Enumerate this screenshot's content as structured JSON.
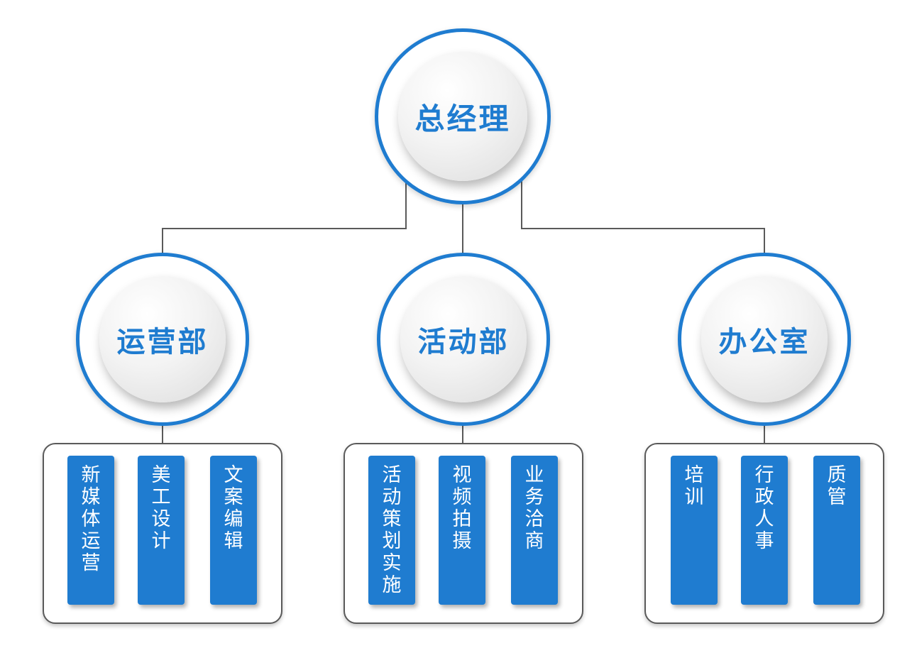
{
  "root": {
    "label": "总经理"
  },
  "departments": [
    {
      "label": "运营部",
      "duties": [
        "新媒体运营",
        "美工设计",
        "文案编辑"
      ]
    },
    {
      "label": "活动部",
      "duties": [
        "活动策划实施",
        "视频拍摄",
        "业务洽商"
      ]
    },
    {
      "label": "办公室",
      "duties": [
        "培训",
        "行政人事",
        "质管"
      ]
    }
  ],
  "colors": {
    "accent": "#1f7cd0",
    "connector": "#5a5a5a",
    "duty_text": "#ffffff"
  }
}
